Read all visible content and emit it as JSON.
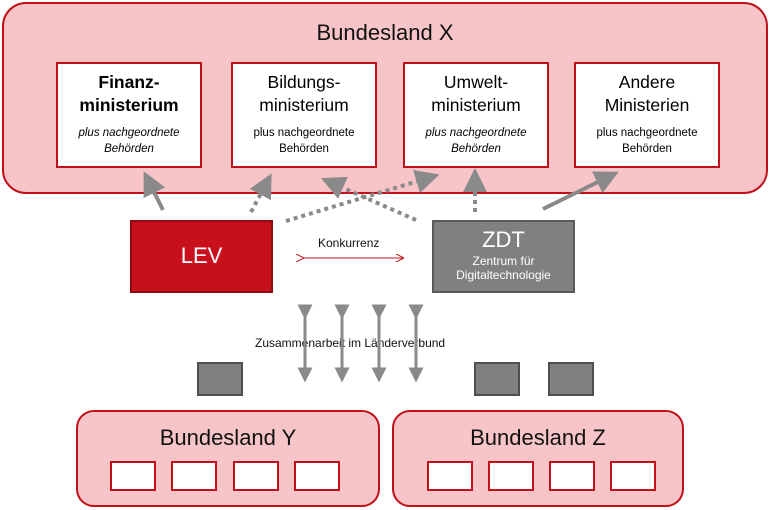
{
  "state_x": {
    "title": "Bundesland X"
  },
  "ministries": [
    {
      "title": "Finanz-\nministerium",
      "subtitle": "plus nachgeordnete\nBehörden"
    },
    {
      "title": "Bildungs-\nministerium",
      "subtitle": "plus nachgeordnete\nBehörden"
    },
    {
      "title": "Umwelt-\nministerium",
      "subtitle": "plus nachgeordnete\nBehörden"
    },
    {
      "title": "Andere\nMinisterien",
      "subtitle": "plus nachgeordnete\nBehörden"
    }
  ],
  "lev": {
    "title": "LEV"
  },
  "zdt": {
    "title": "ZDT",
    "subtitle": "Zentrum für\nDigitaltechnologie"
  },
  "competition_label": "Konkurrenz",
  "cooperation_label": "Zusammenarbeit  im Länderverbund",
  "state_y": {
    "title": "Bundesland Y"
  },
  "state_z": {
    "title": "Bundesland Z"
  },
  "colors": {
    "accent_red": "#c0101a",
    "pink_fill": "#f7c5c8",
    "gray": "#808080",
    "arrow_gray": "#8a8a8a"
  }
}
